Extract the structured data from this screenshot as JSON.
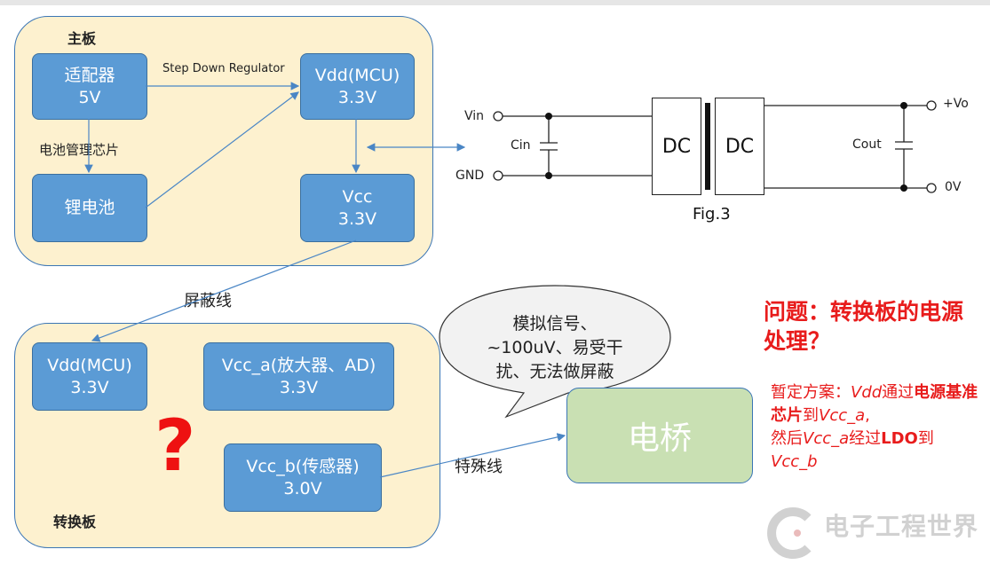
{
  "main_board": {
    "title": "主板",
    "adapter": {
      "name": "适配器",
      "voltage": "5V"
    },
    "vdd": {
      "name": "Vdd(MCU)",
      "voltage": "3.3V"
    },
    "battery": {
      "name": "锂电池"
    },
    "vcc": {
      "name": "Vcc",
      "voltage": "3.3V"
    },
    "label_regulator": "Step Down Regulator",
    "label_charger": "电池管理芯片"
  },
  "cable_label": "屏蔽线",
  "special_cable_label": "特殊线",
  "converter_board": {
    "title": "转换板",
    "vdd": {
      "name": "Vdd(MCU)",
      "voltage": "3.3V"
    },
    "vcc_a": {
      "name": "Vcc_a(放大器、AD)",
      "voltage": "3.3V"
    },
    "vcc_b": {
      "name": "Vcc_b(传感器)",
      "voltage": "3.0V"
    },
    "question_mark": "?"
  },
  "bubble": {
    "line1": "模拟信号、",
    "line2": "~100uV、易受干",
    "line3": "扰、无法做屏蔽"
  },
  "bridge": "电桥",
  "question": "问题：转换板的电源处理？",
  "plan": {
    "p1": "暂定方案：",
    "p2": "Vdd",
    "p3": "通过",
    "p4": "电源基准芯片",
    "p5": "到",
    "p6": "Vcc_a",
    "p7": ",",
    "p8": "然后",
    "p9": "Vcc_a",
    "p10": "经过",
    "p11": "LDO",
    "p12": "到",
    "p13": "Vcc_b"
  },
  "circuit": {
    "vin": "Vin",
    "gnd": "GND",
    "cin": "Cin",
    "dc1": "DC",
    "dc2": "DC",
    "cout": "Cout",
    "vo": "+Vo",
    "zero": "0V",
    "fig": "Fig.3"
  },
  "watermark": "电子工程世界",
  "colors": {
    "box_blue": "#5b9bd5",
    "panel": "#fdf1cf",
    "red": "#e81c1c",
    "bridge_green": "#c9e0b3"
  }
}
